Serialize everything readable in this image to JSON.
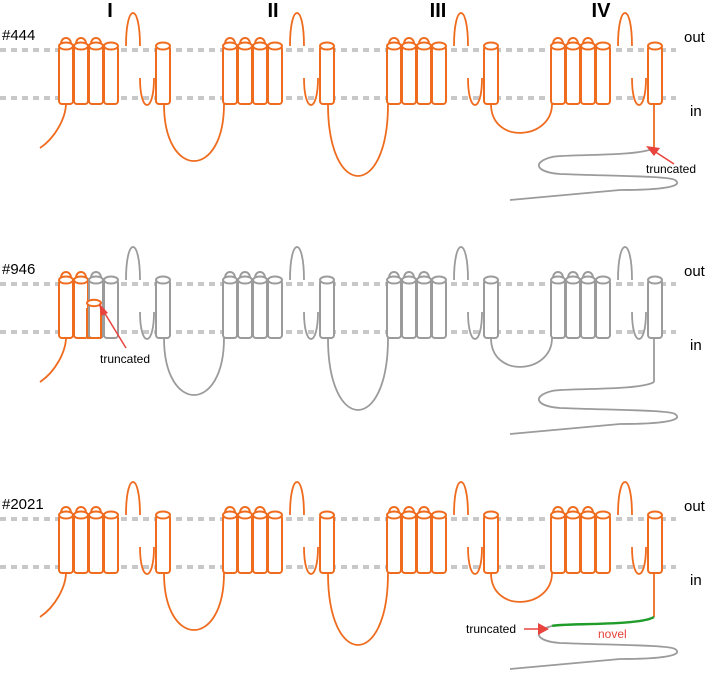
{
  "domains": [
    "I",
    "II",
    "III",
    "IV"
  ],
  "side_labels": {
    "out": "out",
    "in": "in"
  },
  "colors": {
    "orange": "#ef6c1f",
    "grey": "#9b9b9b",
    "green": "#1f9c2a",
    "red": "#e8433c",
    "dash": "#c8c8c8",
    "text": "#111111"
  },
  "rows": [
    {
      "id": "#444",
      "note": "truncated",
      "novel_label": ""
    },
    {
      "id": "#946",
      "note": "truncated",
      "novel_label": ""
    },
    {
      "id": "#2021",
      "note": "truncated",
      "novel_label": "novel"
    }
  ]
}
